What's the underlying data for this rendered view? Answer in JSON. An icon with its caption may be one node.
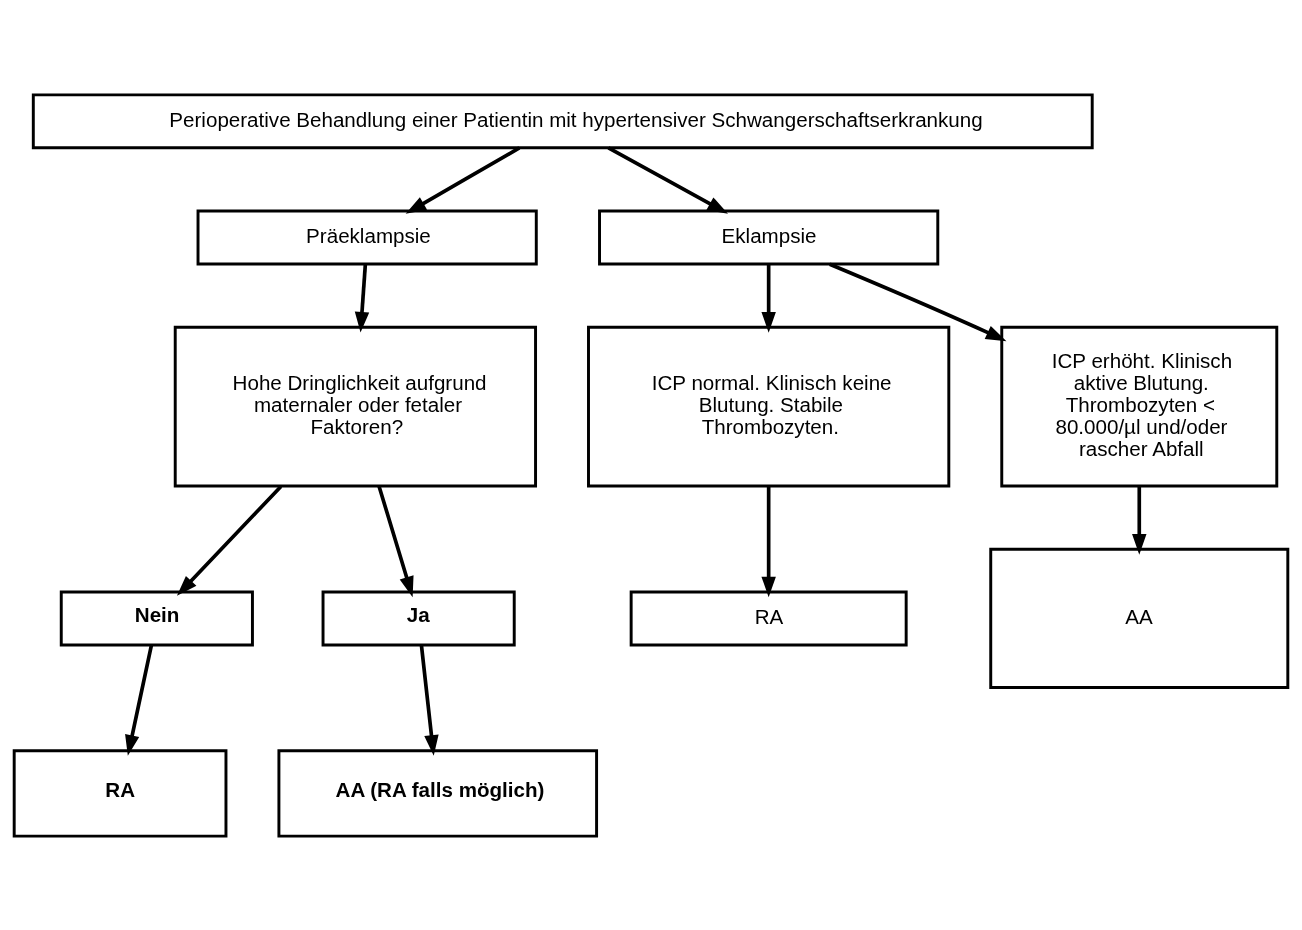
{
  "diagram": {
    "nodes": [
      {
        "text": [
          "Perioperative Behandlung einer Patientin mit hypertensiver Schwangerschaftserkrankung"
        ]
      },
      {
        "text": [
          "Präeklampsie"
        ]
      },
      {
        "text": [
          "Eklampsie"
        ]
      },
      {
        "text": [
          "Hohe Dringlichkeit aufgrund maternaler oder fetaler Faktoren?"
        ]
      },
      {
        "text": [
          "ICP normal. Klinisch keine Blutung. Stabile Thrombozyten."
        ]
      },
      {
        "text": [
          "ICP erhöht. Klinisch aktive Blutung. Thrombozyten < 80.000/µl und/oder rascher Abfall"
        ]
      },
      {
        "text": [
          "Nein"
        ]
      },
      {
        "text": [
          "Ja"
        ]
      },
      {
        "text": [
          "RA"
        ]
      },
      {
        "text": [
          "AA"
        ]
      },
      {
        "text": [
          "RA"
        ]
      },
      {
        "text": [
          "AA (RA falls möglich)"
        ]
      }
    ],
    "edges": [
      {
        "from": 0,
        "to": 1,
        "arrow": "to"
      },
      {
        "from": 0,
        "to": 2,
        "arrow": "to"
      },
      {
        "from": 1,
        "to": 3,
        "arrow": "to"
      },
      {
        "from": 2,
        "to": 4,
        "arrow": "to"
      },
      {
        "from": 2,
        "to": 5,
        "arrow": "to"
      },
      {
        "from": 3,
        "to": 6,
        "arrow": "to"
      },
      {
        "from": 3,
        "to": 7,
        "arrow": "to"
      },
      {
        "from": 4,
        "to": 8,
        "arrow": "to"
      },
      {
        "from": 5,
        "to": 9,
        "arrow": "to"
      },
      {
        "from": 6,
        "to": 10,
        "arrow": "to"
      },
      {
        "from": 7,
        "to": 11,
        "arrow": "to"
      }
    ]
  }
}
